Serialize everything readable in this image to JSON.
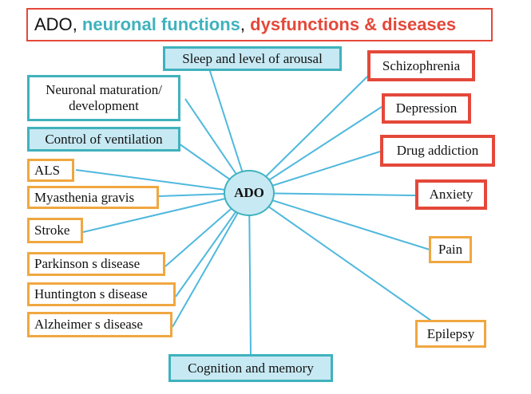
{
  "title": {
    "main": "ADO",
    "sep1": ", ",
    "neuronal": "neuronal functions",
    "sep2": ", ",
    "dysfunctions": "dysfunctions & diseases"
  },
  "center": {
    "label": "ADO"
  },
  "functions": {
    "sleep": "Sleep and level of arousal",
    "maturation": "Neuronal maturation/ development",
    "ventilation": "Control of ventilation",
    "cognition": "Cognition and memory"
  },
  "dysfunctions": {
    "schizophrenia": "Schizophrenia",
    "depression": "Depression",
    "drug_addiction": "Drug addiction",
    "anxiety": "Anxiety"
  },
  "diseases": {
    "als": "ALS",
    "myasthenia": "Myasthenia gravis",
    "stroke": "Stroke",
    "parkinsons": "Parkinson s disease",
    "huntingtons": "Huntington s disease",
    "alzheimers": "Alzheimer s disease",
    "pain": "Pain",
    "epilepsy": "Epilepsy"
  },
  "colors": {
    "teal": "#3fb2bd",
    "teal_fill": "#c7e9f3",
    "red": "#e4483a",
    "orange": "#f0a740"
  }
}
